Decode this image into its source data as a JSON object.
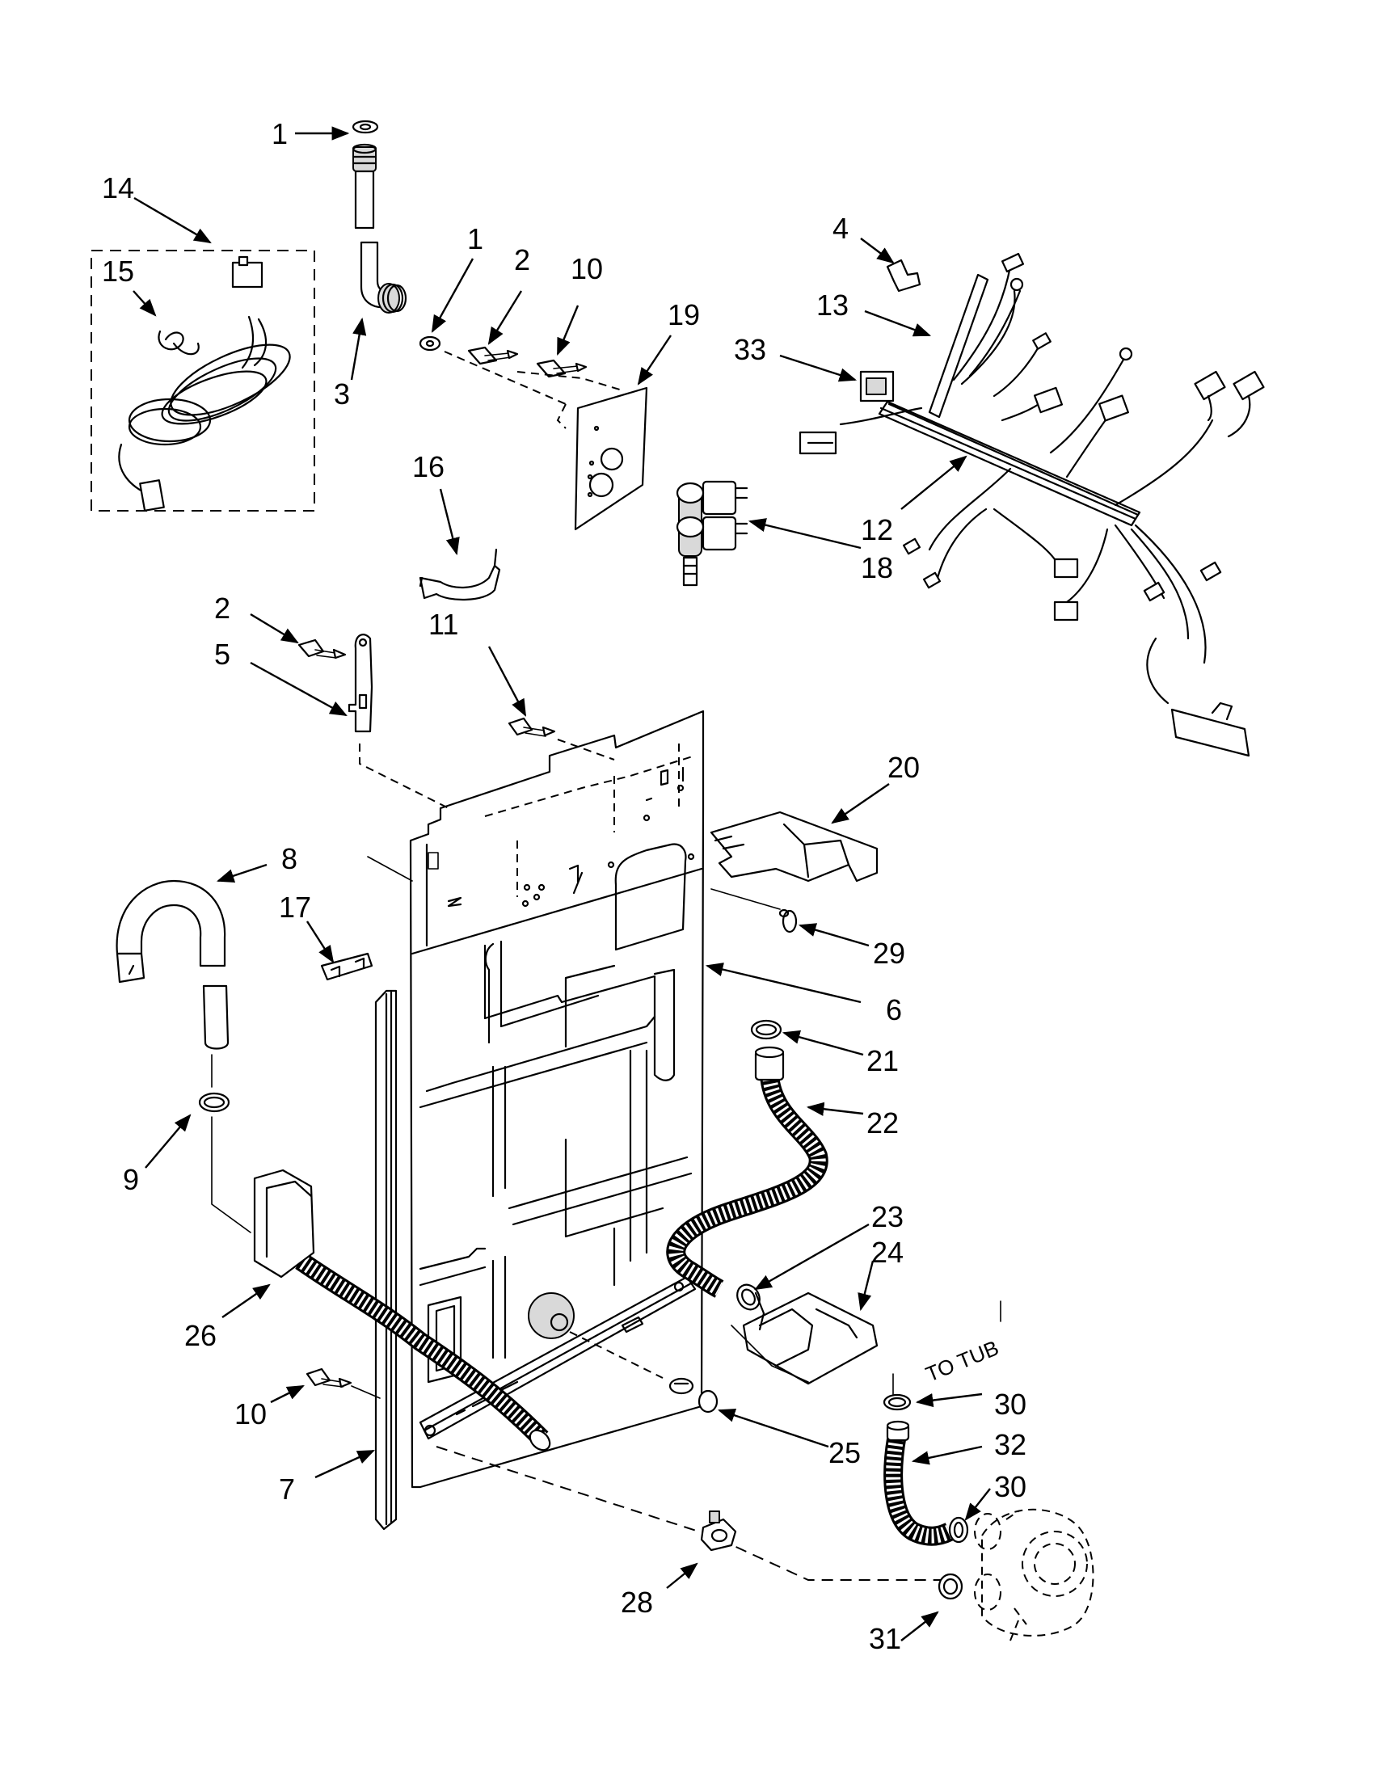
{
  "callouts": {
    "c1a": "1",
    "c1b": "1",
    "c2a": "2",
    "c2b": "2",
    "c3": "3",
    "c4": "4",
    "c5": "5",
    "c6": "6",
    "c7": "7",
    "c8": "8",
    "c9": "9",
    "c10a": "10",
    "c10b": "10",
    "c11": "11",
    "c12": "12",
    "c13": "13",
    "c14": "14",
    "c15": "15",
    "c16": "16",
    "c17": "17",
    "c18": "18",
    "c19": "19",
    "c20": "20",
    "c21": "21",
    "c22": "22",
    "c23": "23",
    "c24": "24",
    "c25": "25",
    "c26": "26",
    "c28": "28",
    "c29": "29",
    "c30a": "30",
    "c30b": "30",
    "c31": "31",
    "c32": "32",
    "c33": "33"
  },
  "annotations": {
    "to_tub": "TO TUB"
  }
}
